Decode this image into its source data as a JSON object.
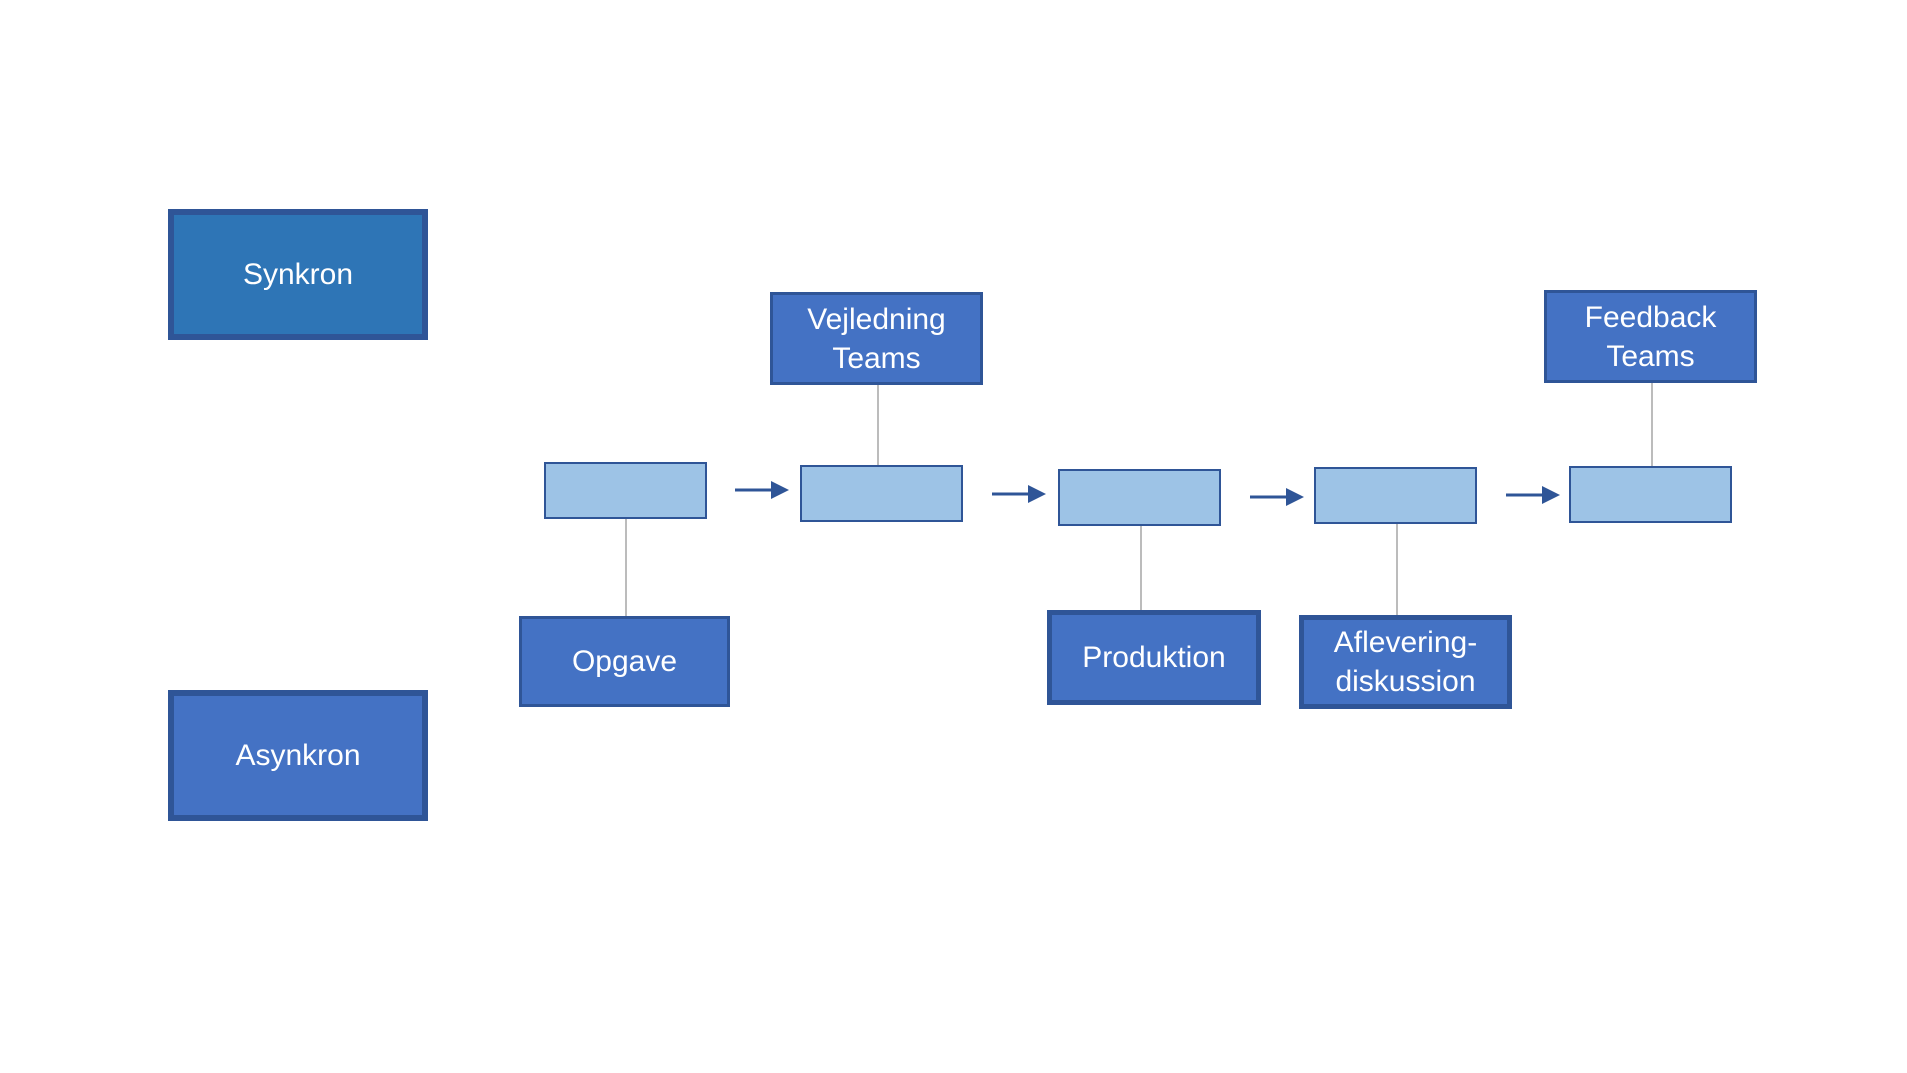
{
  "legend": {
    "synchronous": "Synkron",
    "asynchronous": "Asynkron"
  },
  "labels": {
    "guidance": [
      "Vejledning",
      "Teams"
    ],
    "feedback": [
      "Feedback",
      "Teams"
    ],
    "task": "Opgave",
    "production": "Produktion",
    "submission": [
      "Aflevering-",
      "diskussion"
    ]
  },
  "steps": [
    {
      "id": "step-1",
      "text": ""
    },
    {
      "id": "step-2",
      "text": ""
    },
    {
      "id": "step-3",
      "text": ""
    },
    {
      "id": "step-4",
      "text": ""
    },
    {
      "id": "step-5",
      "text": ""
    }
  ],
  "colors": {
    "synchronous_fill": "#2E75B6",
    "asynchronous_fill": "#4472C4",
    "label_fill": "#4472C4",
    "step_fill": "#9DC3E6",
    "border": "#2F5597",
    "connector": "#A6A6A6",
    "arrow": "#2F5597",
    "text": "#FFFFFF"
  }
}
